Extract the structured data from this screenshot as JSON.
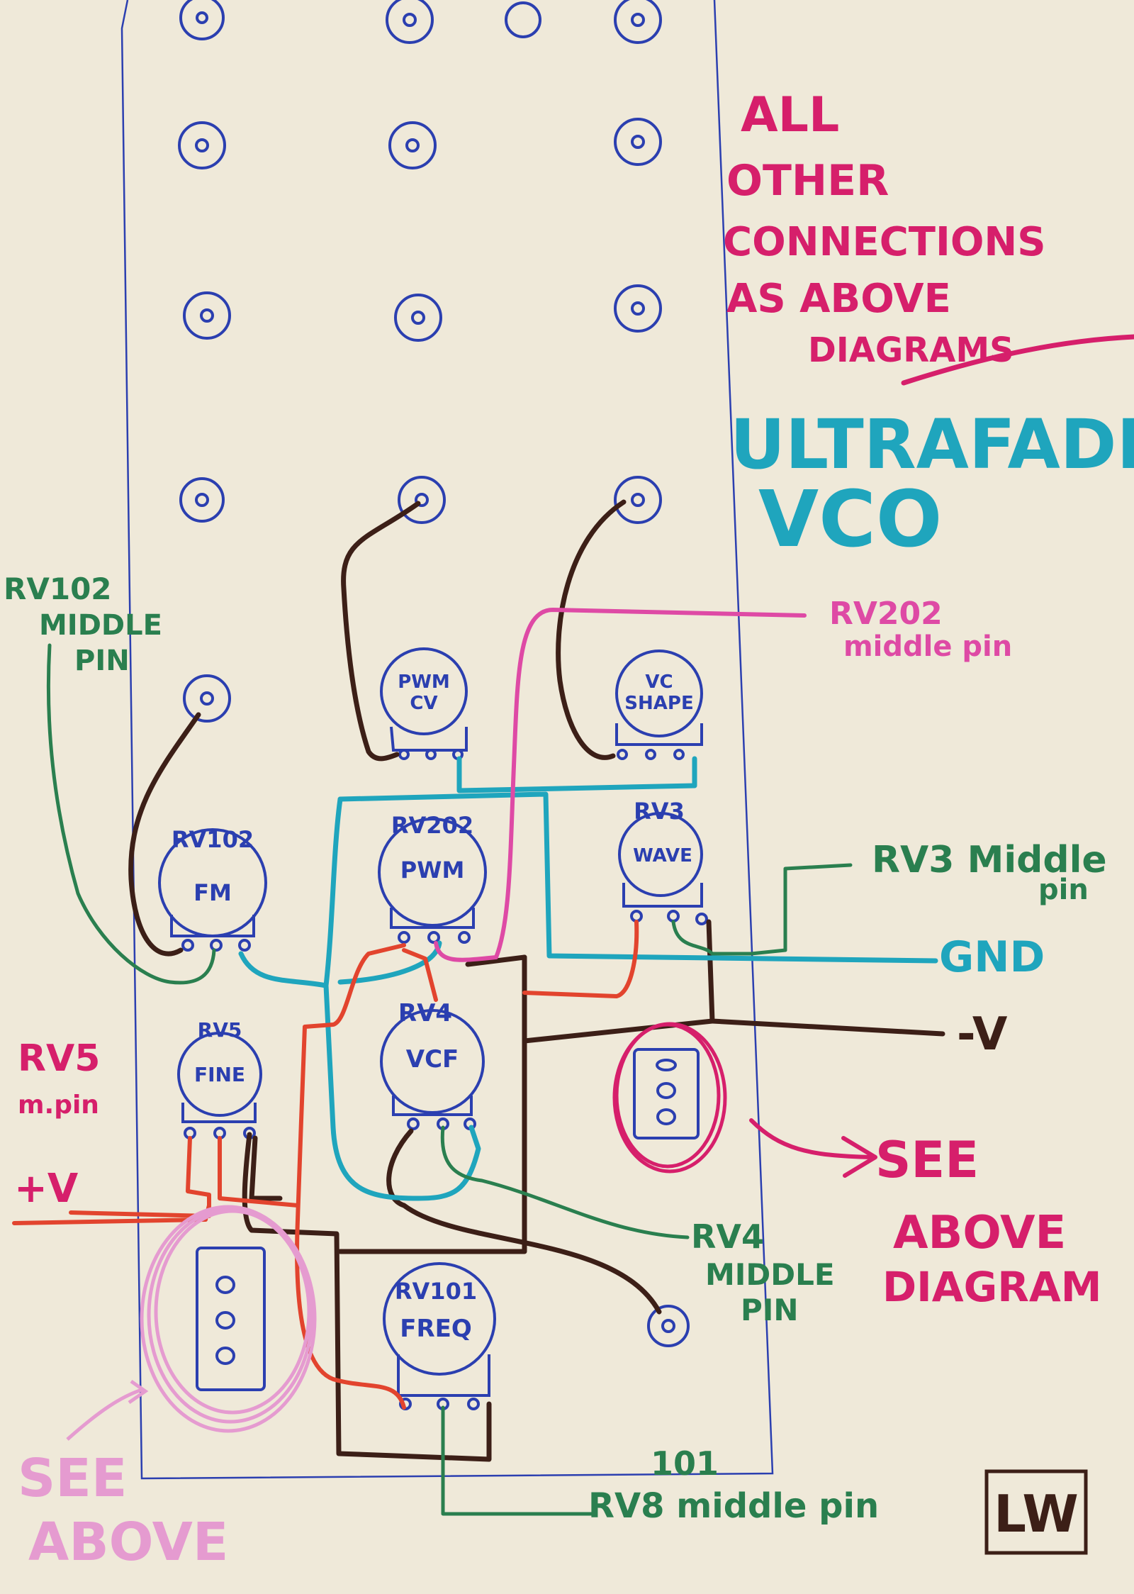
{
  "colors": {
    "paper": "#efe9d9",
    "blue": "#2b3fb0",
    "brown": "#3c1f17",
    "cyan": "#1fa5bd",
    "red": "#e2442e",
    "green": "#2a7f4f",
    "magenta": "#d61f6b",
    "pink": "#de4aa5",
    "lightpink": "#e59bd0"
  },
  "notes": {
    "all_other_1": "ALL",
    "all_other_2": "OTHER",
    "all_other_3": "CONNECTIONS",
    "all_other_4": "AS ABOVE",
    "all_other_5": "DIAGRAMS",
    "title_1": "ULTRAFADE",
    "title_2": "VCO",
    "rv102_note_1": "RV102",
    "rv102_note_2": "MIDDLE",
    "rv102_note_3": "PIN",
    "rv202_note_1": "RV202",
    "rv202_note_2": "middle pin",
    "rv3_note_1": "RV3 Middle",
    "rv3_note_2": "pin",
    "gnd": "GND",
    "minus_v": "-V",
    "see_above_right_1": "SEE",
    "see_above_right_2": "ABOVE",
    "see_above_right_3": "DIAGRAM",
    "rv4_note_1": "RV4",
    "rv4_note_2": "MIDDLE",
    "rv4_note_3": "PIN",
    "rv5_note_1": "RV5",
    "rv5_note_2": "m.pin",
    "plus_v": "+V",
    "see_above_left_1": "SEE",
    "see_above_left_2": "ABOVE",
    "rv101_note_num": "101",
    "rv101_note": "RV8 middle pin",
    "signature": "LW"
  },
  "pots": {
    "pwm_cv_1": "PWM",
    "pwm_cv_2": "CV",
    "vc_shape_1": "VC",
    "vc_shape_2": "SHAPE",
    "rv102_ref": "RV102",
    "rv102_label": "FM",
    "rv202_ref": "RV202",
    "rv202_label": "PWM",
    "rv3_ref": "RV3",
    "rv3_label": "WAVE",
    "rv5_ref": "RV5",
    "rv5_label": "FINE",
    "rv4_ref": "RV4",
    "rv4_label": "VCF",
    "rv101_ref": "RV101",
    "rv101_label": "FREQ"
  }
}
